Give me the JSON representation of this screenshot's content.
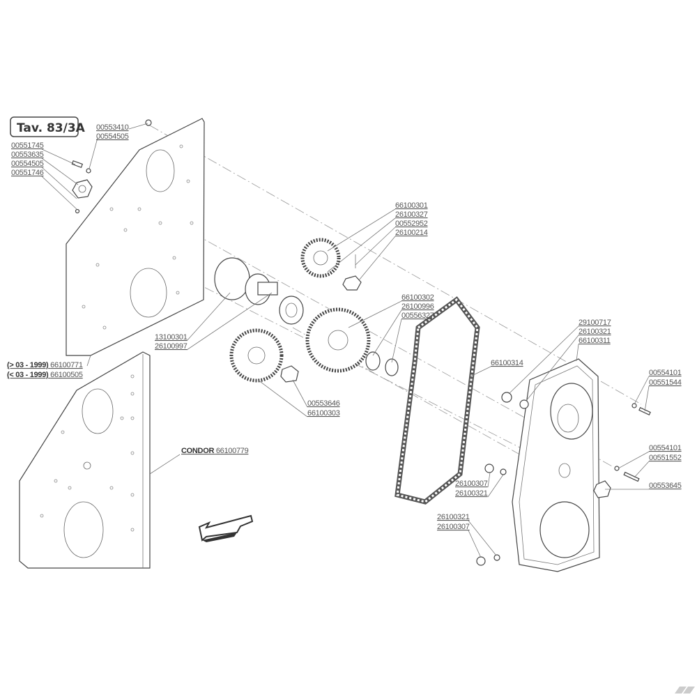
{
  "title": "Tav. 83/3A",
  "labels": {
    "l1a": "00553410",
    "l1b": "00554505",
    "l2a": "00551745",
    "l2b": "00553635",
    "l2c": "00554505",
    "l2d": "00551746",
    "l3a": "66100301",
    "l3b": "26100327",
    "l3c": "00552952",
    "l3d": "26100214",
    "l4a": "13100301",
    "l4b": "26100997",
    "l5a_prefix": "(> 03 - 1999)",
    "l5a": "66100771",
    "l5b_prefix": "(< 03 - 1999)",
    "l5b": "66100505",
    "l6a": "66100302",
    "l6b": "26100996",
    "l6c": "00556327",
    "l7a": "29100717",
    "l7b": "26100321",
    "l7c": "66100311",
    "l8a": "00554101",
    "l8b": "00551544",
    "l9a": "00553646",
    "l9b": "66100303",
    "l10": "66100314",
    "l11_prefix": "CONDOR",
    "l11": "66100779",
    "l12a": "00554101",
    "l12b": "00551552",
    "l13a": "26100307",
    "l13b": "26100321",
    "l14": "00553645",
    "l15a": "26100321",
    "l15b": "26100307"
  },
  "colors": {
    "line": "#444444",
    "text": "#555555"
  }
}
